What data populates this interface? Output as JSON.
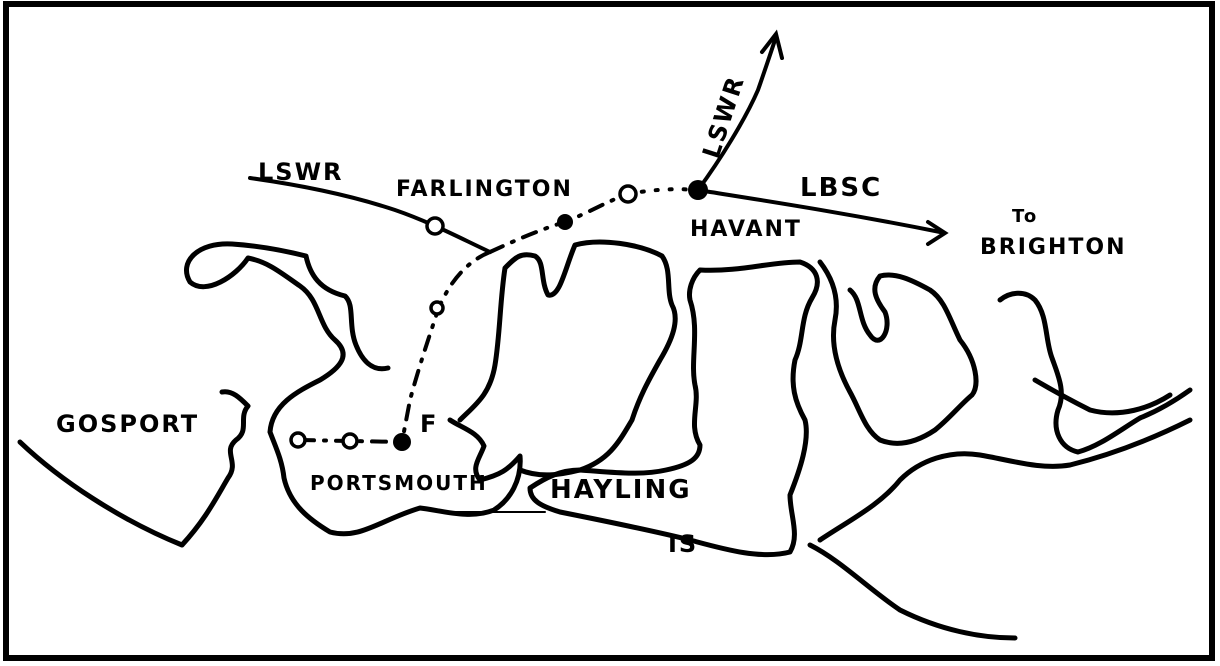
{
  "labels": {
    "lswr_west": "LSWR",
    "lswr_north": "LSWR",
    "farlington": "FARLINGTON",
    "havant": "HAVANT",
    "lbsc": "LBSC",
    "to": "To",
    "brighton": "BRIGHTON",
    "gosport": "GOSPORT",
    "f": "F",
    "portsmouth": "PORTSMOUTH",
    "hayling": "HAYLING",
    "is": "IS"
  },
  "colors": {
    "ink": "#000000",
    "paper": "#ffffff"
  }
}
